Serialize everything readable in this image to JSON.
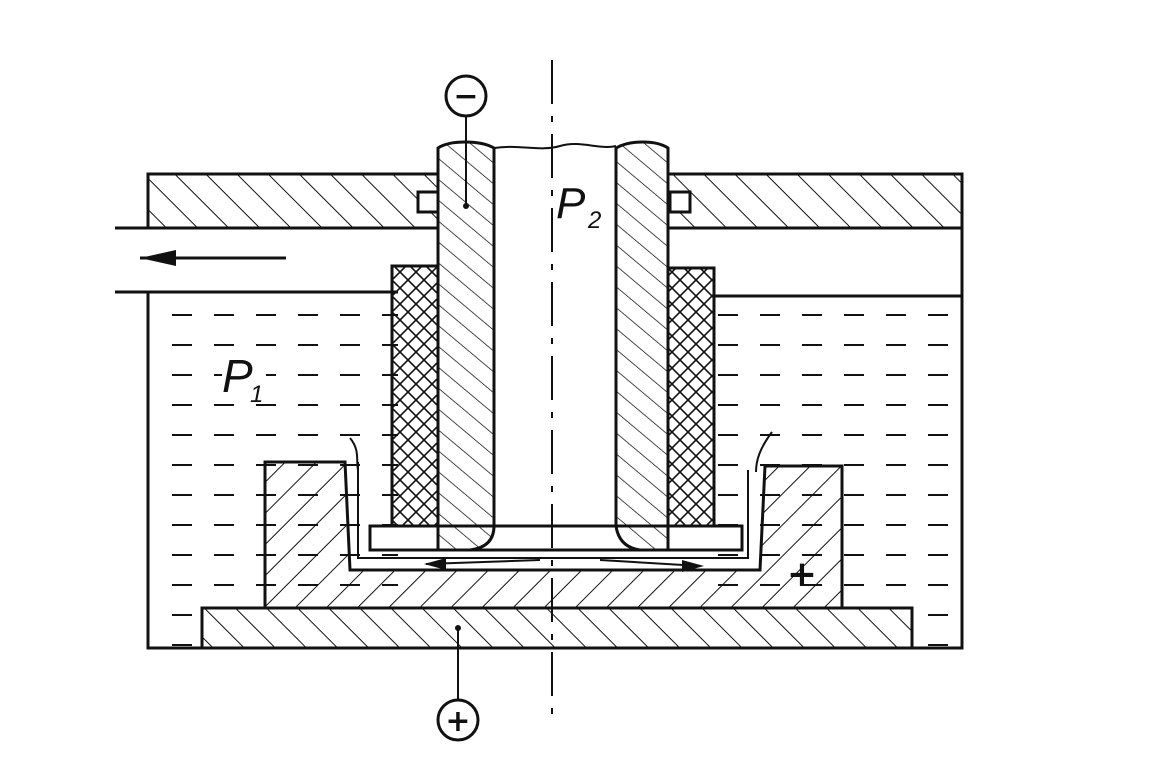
{
  "diagram": {
    "labels": {
      "pressure_outer": "P",
      "pressure_outer_sub": "1",
      "pressure_inner": "P",
      "pressure_inner_sub": "2",
      "terminal_top": "−",
      "terminal_bottom": "+",
      "workpiece_sign": "+"
    },
    "colors": {
      "ink": "#111111",
      "background": "#ffffff"
    }
  }
}
